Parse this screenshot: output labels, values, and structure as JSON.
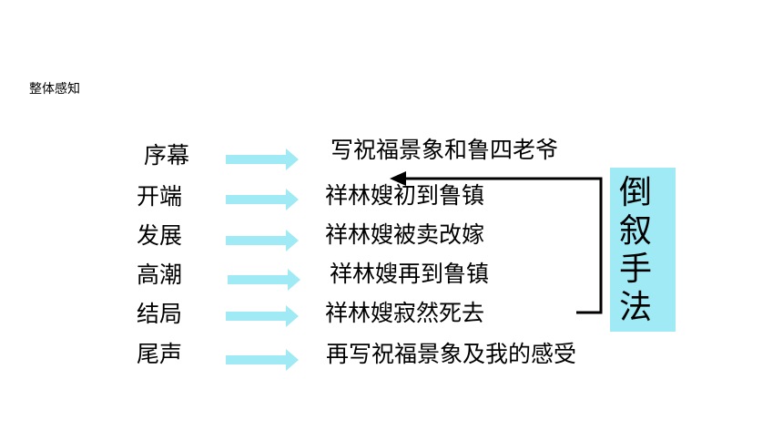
{
  "heading": "整体感知",
  "rows": [
    {
      "stage": "序幕",
      "desc": "写祝福景象和鲁四老爷"
    },
    {
      "stage": "开端",
      "desc": "祥林嫂初到鲁镇"
    },
    {
      "stage": "发展",
      "desc": "祥林嫂被卖改嫁"
    },
    {
      "stage": "高潮",
      "desc": "祥林嫂再到鲁镇"
    },
    {
      "stage": "结局",
      "desc": "祥林嫂寂然死去"
    },
    {
      "stage": "尾声",
      "desc": "再写祝福景象及我的感受"
    }
  ],
  "technique": [
    "倒",
    "叙",
    "手",
    "法"
  ],
  "colors": {
    "arrow": "#a0eaf5",
    "box": "#a0eaf5",
    "line": "#000000"
  }
}
